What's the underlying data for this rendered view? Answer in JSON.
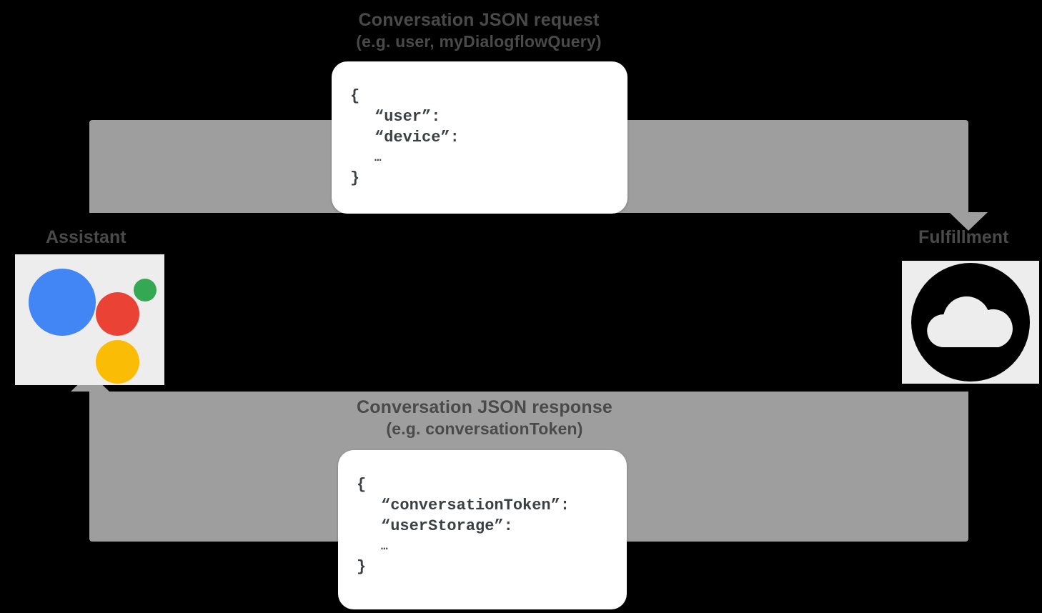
{
  "diagram": {
    "title": "Conversation JSON request/response flow",
    "background_color": "#000000",
    "arrow_color": "#9e9e9e",
    "label_color": "#4a4a4a"
  },
  "flow": {
    "request": {
      "label_line1": "Conversation JSON request",
      "label_line2": "(e.g. user, myDialogflowQuery)"
    },
    "response": {
      "label_line1": "Conversation JSON response",
      "label_line2": "(e.g. conversationToken)"
    }
  },
  "nodes": {
    "assistant": {
      "label": "Assistant",
      "icon": "google-assistant-logo",
      "tile_color": "#ededed",
      "colors": {
        "blue": "#4285F4",
        "red": "#EA4335",
        "green": "#34A853",
        "yellow": "#FBBC05"
      }
    },
    "fulfillment": {
      "label": "Fulfillment",
      "icon": "cloud-icon",
      "tile_color": "#ededed",
      "icon_color": "#000000"
    }
  },
  "json_request": {
    "lines": [
      "{",
      "“user”:",
      "“device”:",
      "…",
      "}"
    ]
  },
  "json_response": {
    "lines": [
      "{",
      "“conversationToken”:",
      "“userStorage”:",
      "…",
      "}"
    ]
  }
}
